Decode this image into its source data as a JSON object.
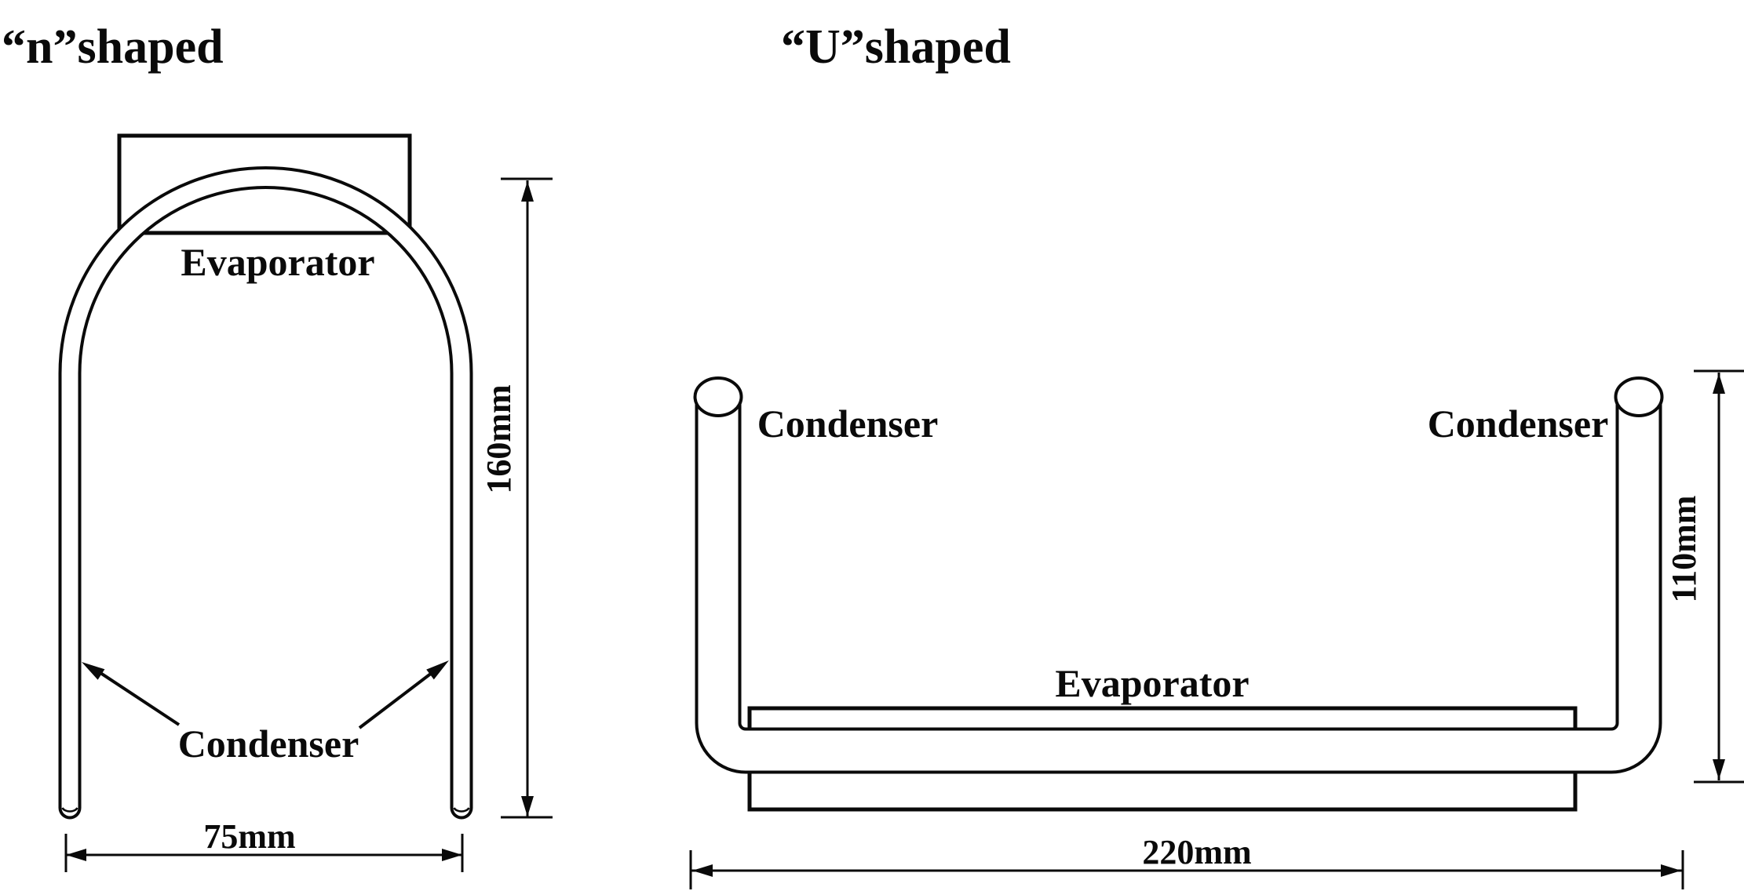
{
  "diagrams": {
    "n_shaped": {
      "title": "“n”shaped",
      "evaporator_label": "Evaporator",
      "condenser_label": "Condenser",
      "width_dimension": "75mm",
      "height_dimension": "160mm"
    },
    "u_shaped": {
      "title": "“U”shaped",
      "evaporator_label": "Evaporator",
      "condenser_label_left": "Condenser",
      "condenser_label_right": "Condenser",
      "width_dimension": "220mm",
      "height_dimension": "110mm"
    }
  },
  "colors": {
    "line": "#0a0a0a",
    "background": "#ffffff"
  }
}
